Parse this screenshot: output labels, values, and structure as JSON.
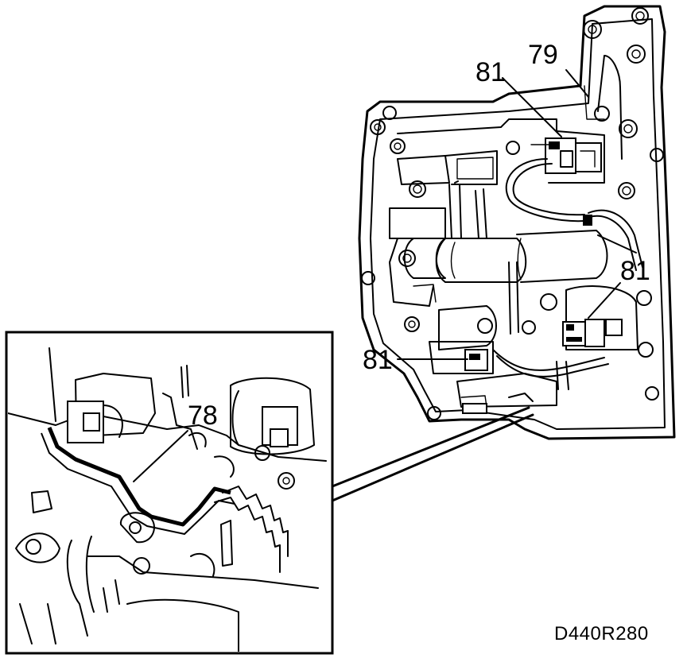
{
  "callouts": {
    "c79": "79",
    "c81_top": "81",
    "c81_right": "81",
    "c81_left": "81",
    "c78": "78"
  },
  "reference_code": "D440R280"
}
